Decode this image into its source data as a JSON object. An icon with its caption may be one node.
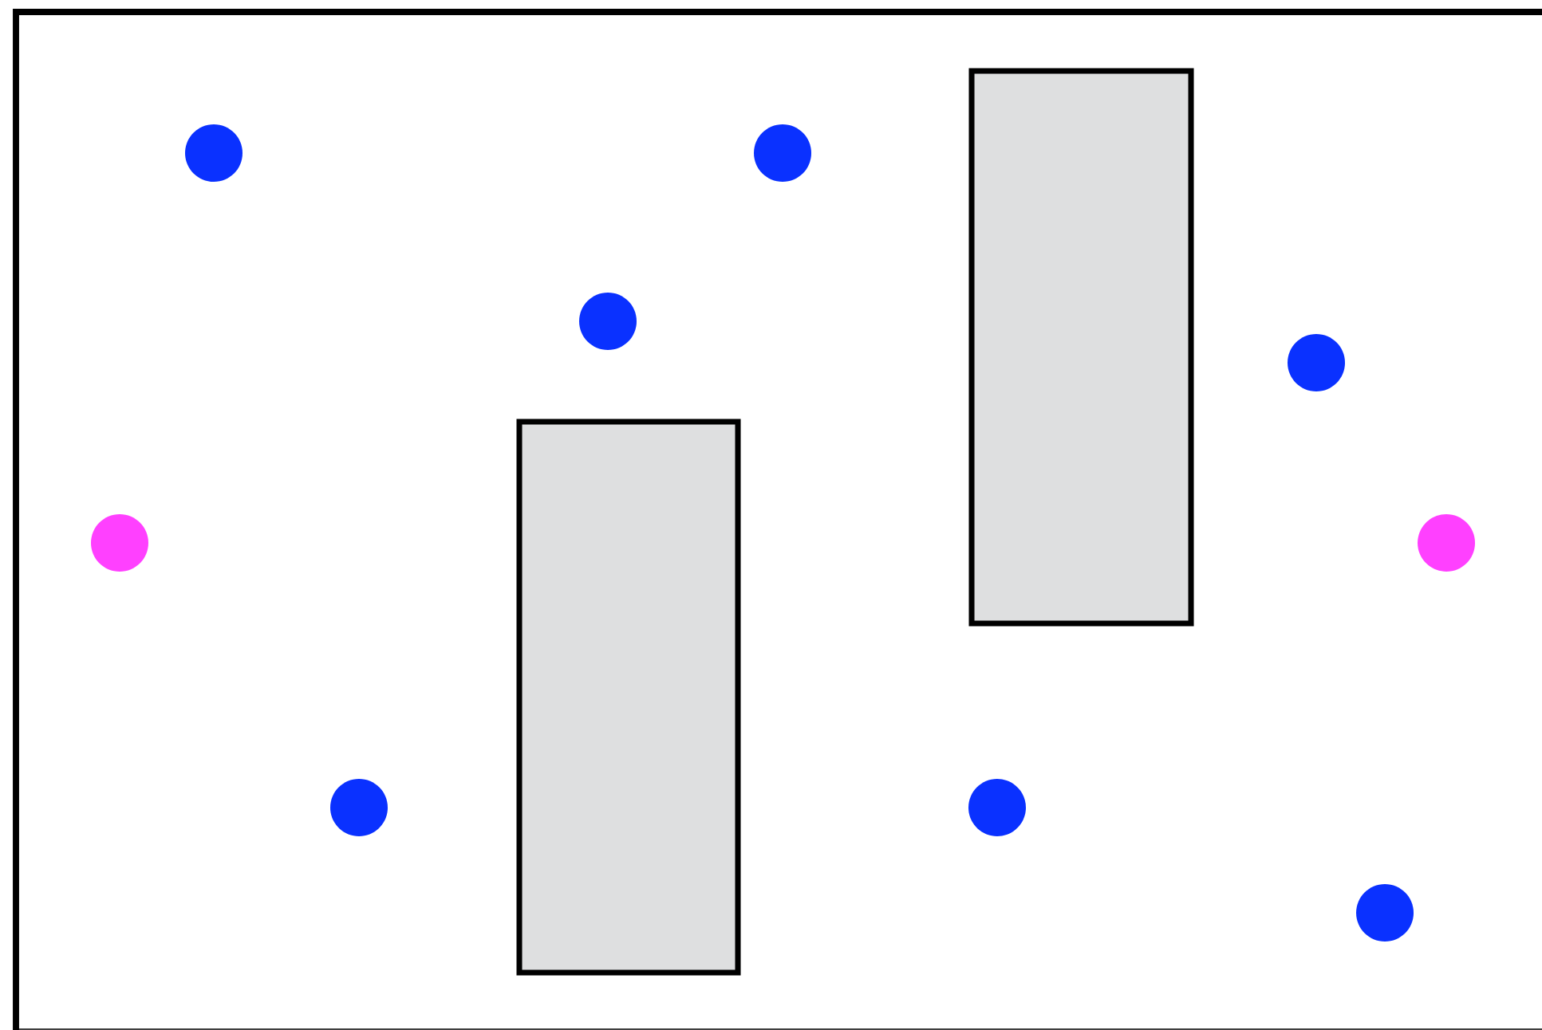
{
  "diagram": {
    "nodes": [
      {
        "text": [],
        "shape": "box"
      },
      {
        "text": [],
        "shape": "circle"
      },
      {
        "text": [],
        "shape": "circle"
      },
      {
        "text": [],
        "shape": "circle"
      },
      {
        "text": [],
        "shape": "circle"
      },
      {
        "text": [],
        "shape": "box"
      },
      {
        "text": [],
        "shape": "circle"
      },
      {
        "text": [],
        "shape": "circle"
      },
      {
        "text": [],
        "shape": "circle"
      },
      {
        "text": [],
        "shape": "circle"
      },
      {
        "text": [],
        "shape": "circle"
      }
    ]
  }
}
